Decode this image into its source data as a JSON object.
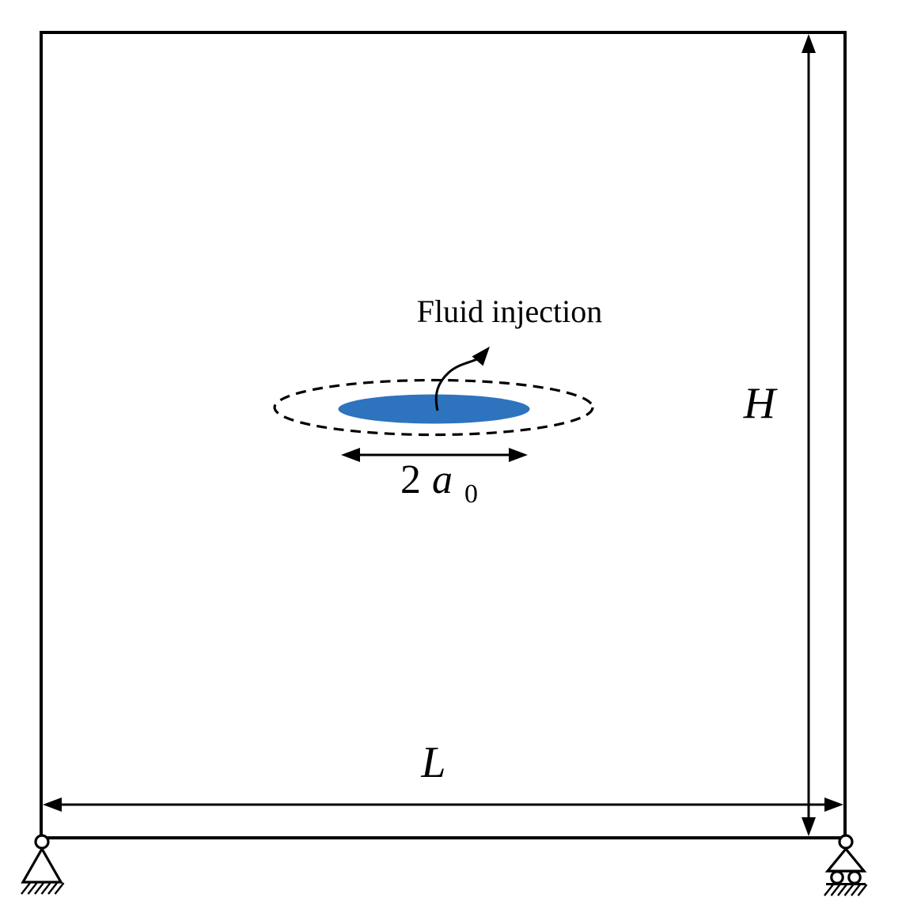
{
  "labels": {
    "fluid_injection": "Fluid injection",
    "height": "H",
    "length": "L",
    "crack_length": {
      "prefix": "2",
      "symbol": "a",
      "subscript": "0"
    }
  },
  "colors": {
    "domain_fill": "#d3d3d3",
    "crack_fill": "#2e73be",
    "line": "#000000"
  }
}
